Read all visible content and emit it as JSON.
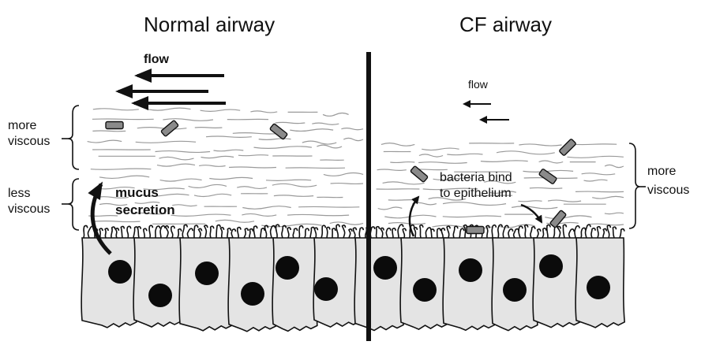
{
  "panels": {
    "left_title": "Normal airway",
    "right_title": "CF airway"
  },
  "left": {
    "flow_label": "flow",
    "more_viscous_line1": "more",
    "more_viscous_line2": "viscous",
    "less_viscous_line1": "less",
    "less_viscous_line2": "viscous",
    "mucus_line1": "mucus",
    "mucus_line2": "secretion"
  },
  "right": {
    "flow_label": "flow",
    "bacteria_line1": "bacteria bind",
    "bacteria_line2": "to epithelium",
    "more_viscous_line1": "more",
    "more_viscous_line2": "viscous"
  },
  "colors": {
    "cell_fill": "#e4e4e4",
    "nucleus": "#0b0b0b",
    "mucus_strand": "#9a9a9a",
    "bacteria": "#8a8a8a",
    "ink": "#111111"
  }
}
